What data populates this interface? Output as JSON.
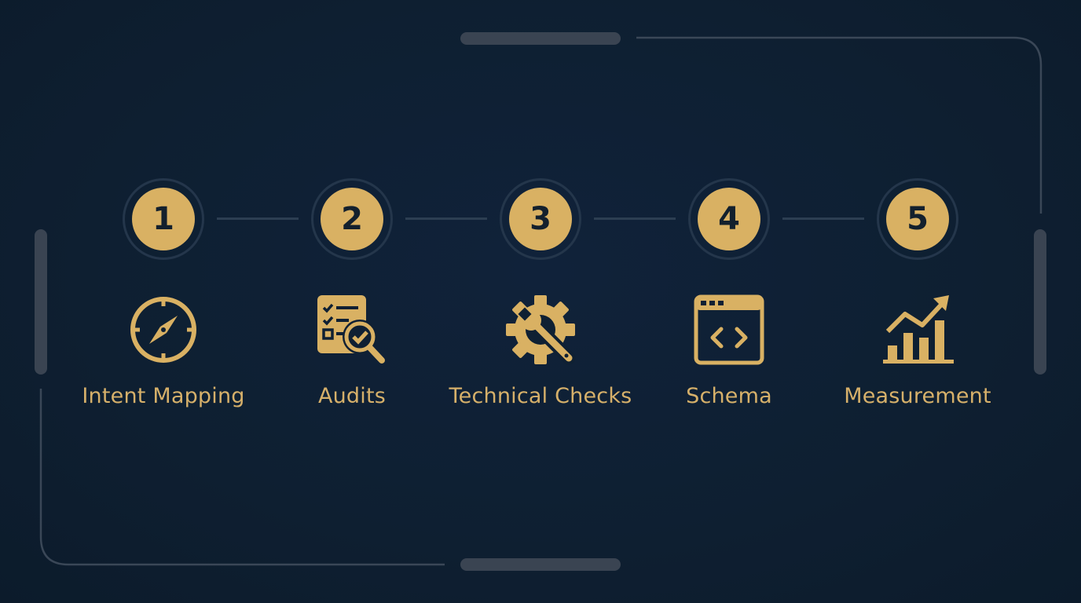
{
  "colors": {
    "background": "#0f2033",
    "accent": "#d9b163",
    "frame": "#3a4757",
    "connector": "#2c3e52"
  },
  "steps": [
    {
      "number": "1",
      "label": "Intent Mapping",
      "icon": "compass-icon"
    },
    {
      "number": "2",
      "label": "Audits",
      "icon": "checklist-magnifier-icon"
    },
    {
      "number": "3",
      "label": "Technical Checks",
      "icon": "gear-wrench-icon"
    },
    {
      "number": "4",
      "label": "Schema",
      "icon": "code-window-icon"
    },
    {
      "number": "5",
      "label": "Measurement",
      "icon": "growth-chart-icon"
    }
  ]
}
